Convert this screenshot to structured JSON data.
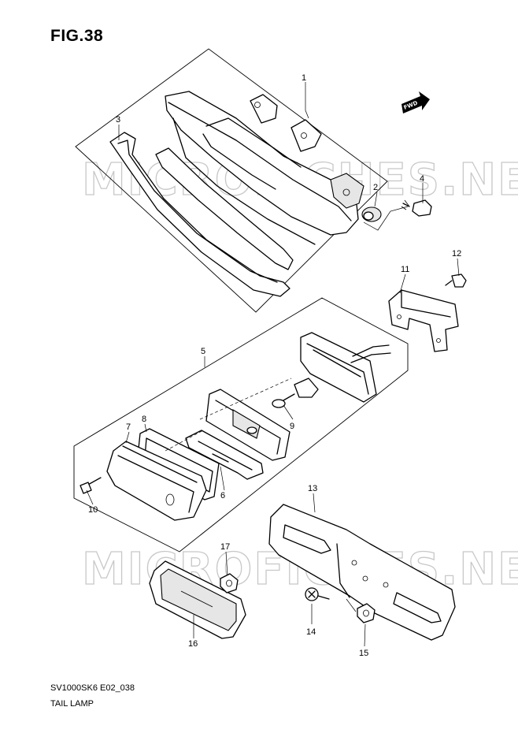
{
  "figure": {
    "title": "FIG.38",
    "code": "SV1000SK6 E02_038",
    "name": "TAIL LAMP"
  },
  "watermark": {
    "text": "MICROFICHES.NET"
  },
  "direction_marker": {
    "text": "FWD",
    "icon": "forward-arrow-icon"
  },
  "callouts": [
    "1",
    "2",
    "3",
    "4",
    "5",
    "6",
    "7",
    "8",
    "9",
    "10",
    "11",
    "12",
    "13",
    "14",
    "15",
    "16",
    "17"
  ]
}
